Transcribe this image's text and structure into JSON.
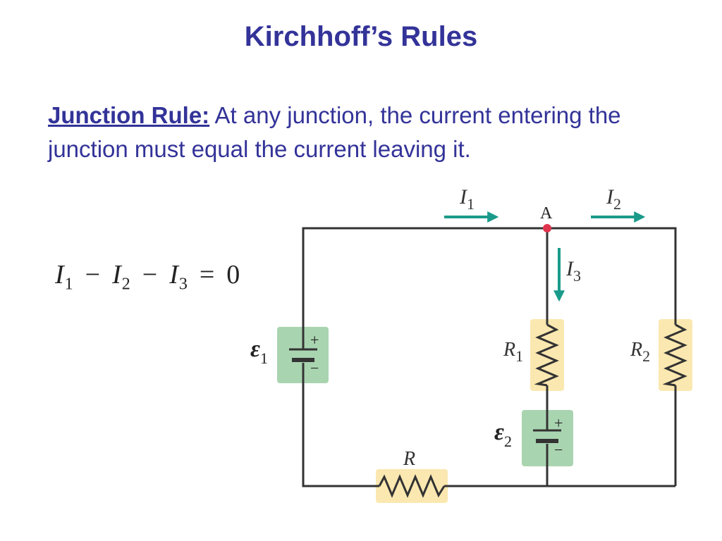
{
  "slide": {
    "title": "Kirchhoff’s Rules",
    "rule_label": "Junction Rule:",
    "rule_body": " At any junction, the current entering the junction must equal the current leaving it."
  },
  "equation": {
    "terms": [
      {
        "symbol": "I",
        "sub": "1"
      },
      {
        "symbol": "I",
        "sub": "2"
      },
      {
        "symbol": "I",
        "sub": "3"
      }
    ],
    "operators": [
      "−",
      "−",
      "="
    ],
    "rhs": "0"
  },
  "circuit": {
    "node_label": "A",
    "currents": [
      {
        "symbol": "I",
        "sub": "1"
      },
      {
        "symbol": "I",
        "sub": "2"
      },
      {
        "symbol": "I",
        "sub": "3"
      }
    ],
    "emfs": [
      {
        "symbol": "ε",
        "sub": "1"
      },
      {
        "symbol": "ε",
        "sub": "2"
      }
    ],
    "resistors": [
      {
        "symbol": "R",
        "sub": "1"
      },
      {
        "symbol": "R",
        "sub": "2"
      },
      {
        "symbol": "R",
        "sub": ""
      }
    ],
    "plus_sign": "+",
    "minus_sign": "−",
    "colors": {
      "wire": "#333333",
      "arrow": "#1a9a8a",
      "node": "#e0334c",
      "battery_box": "#a9d4b0",
      "resistor_box": "#fbe8b0",
      "title_text": "#333399"
    }
  }
}
